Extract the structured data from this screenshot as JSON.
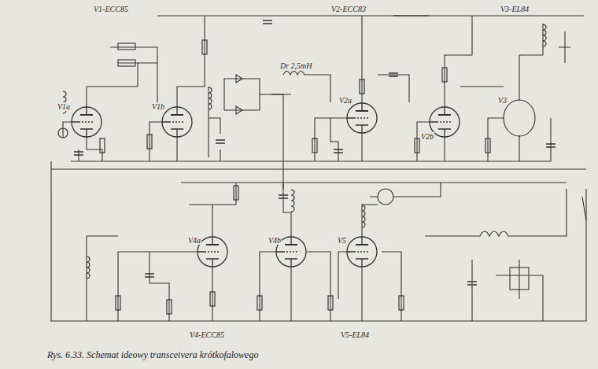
{
  "diagram": {
    "caption": "Rys. 6.33. Schemat ideowy transceivera krótkofalowego",
    "labels": [
      "V1-ECC85",
      "V2-ECC83",
      "V3-EL84",
      "V4-ECC85",
      "V5-EL84",
      "V1a",
      "V1b",
      "V2a",
      "V2b",
      "V3",
      "V4a",
      "V4b",
      "V5",
      "Dr 2,5mH"
    ]
  }
}
